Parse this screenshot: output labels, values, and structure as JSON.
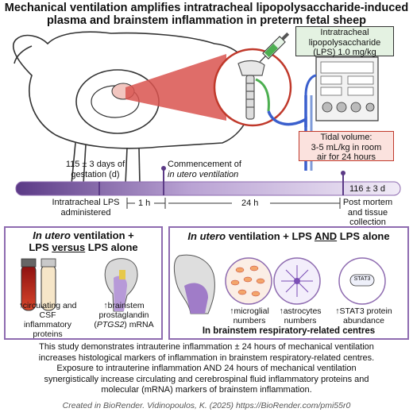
{
  "title_line1": "Mechanical ventilation amplifies intratracheal lipopolysaccharide-induced",
  "title_line2": "plasma and brainstem inflammation in preterm fetal sheep",
  "lps_box": {
    "line1": "Intratracheal",
    "line2": "lipopolysaccharide",
    "line3": "(LPS) 1.0 mg/kg"
  },
  "tidal_box": {
    "line1": "Tidal volume:",
    "line2": "3-5 mL/kg in room",
    "line3": "air for 24 hours"
  },
  "timeline": {
    "gestation_line1": "115 ± 3 days of",
    "gestation_line2": "gestation (d)",
    "commence_line1": "Commencement of",
    "commence_line2": "in utero ventilation",
    "end_day": "116 ± 3 d",
    "lps_admin_line1": "Intratracheal LPS",
    "lps_admin_line2": "administered",
    "interval_1h": "1 h",
    "interval_24h": "24 h",
    "postmortem_line1": "Post mortem",
    "postmortem_line2": "and tissue",
    "postmortem_line3": "collection"
  },
  "left_panel": {
    "title_italic": "In utero",
    "title_rest1": " ventilation +",
    "title_line2a": "LPS ",
    "title_line2b": "versus",
    "title_line2c": " LPS alone",
    "item1_line1": "↑circulating and",
    "item1_line2": "CSF",
    "item1_line3": "inflammatory",
    "item1_line4": "proteins",
    "item2_line1": "↑brainstem",
    "item2_line2": "prostaglandin",
    "item2_line3a": "(",
    "item2_line3b": "PTGS2",
    "item2_line3c": ") mRNA"
  },
  "right_panel": {
    "title_italic": "In utero",
    "title_rest": " ventilation + LPS ",
    "title_and": "AND",
    "title_end": " LPS alone",
    "item1_line1": "↑microglial",
    "item1_line2": "numbers",
    "item2_line1": "↑astrocytes",
    "item2_line2": "numbers",
    "item3_line1": "↑STAT3 protein",
    "item3_line2": "abundance",
    "stat3_label": "STAT3",
    "footer": "In brainstem respiratory-related centres"
  },
  "summary": {
    "line1": "This study demonstrates intrauterine inflammation ± 24 hours of mechanical ventilation",
    "line2": "increases histological markers of inflammation in brainstem respiratory-related centres.",
    "line3": "Exposure to intrauterine inflammation AND 24 hours of mechanical ventilation",
    "line4": "synergistically increase circulating and cerebrospinal fluid inflammatory proteins and",
    "line5": "molecular (mRNA) markers of brainstem inflammation."
  },
  "credit": "Created in BioRender. Vidinopoulos, K. (2025) https://BioRender.com/pmi55r0",
  "colors": {
    "purple": "#8e6bb0",
    "timeline_dark": "#5b3a86",
    "timeline_light": "#e9e0f2",
    "red": "#c0392b",
    "green": "#4caf50",
    "blue": "#3a5fcd"
  }
}
